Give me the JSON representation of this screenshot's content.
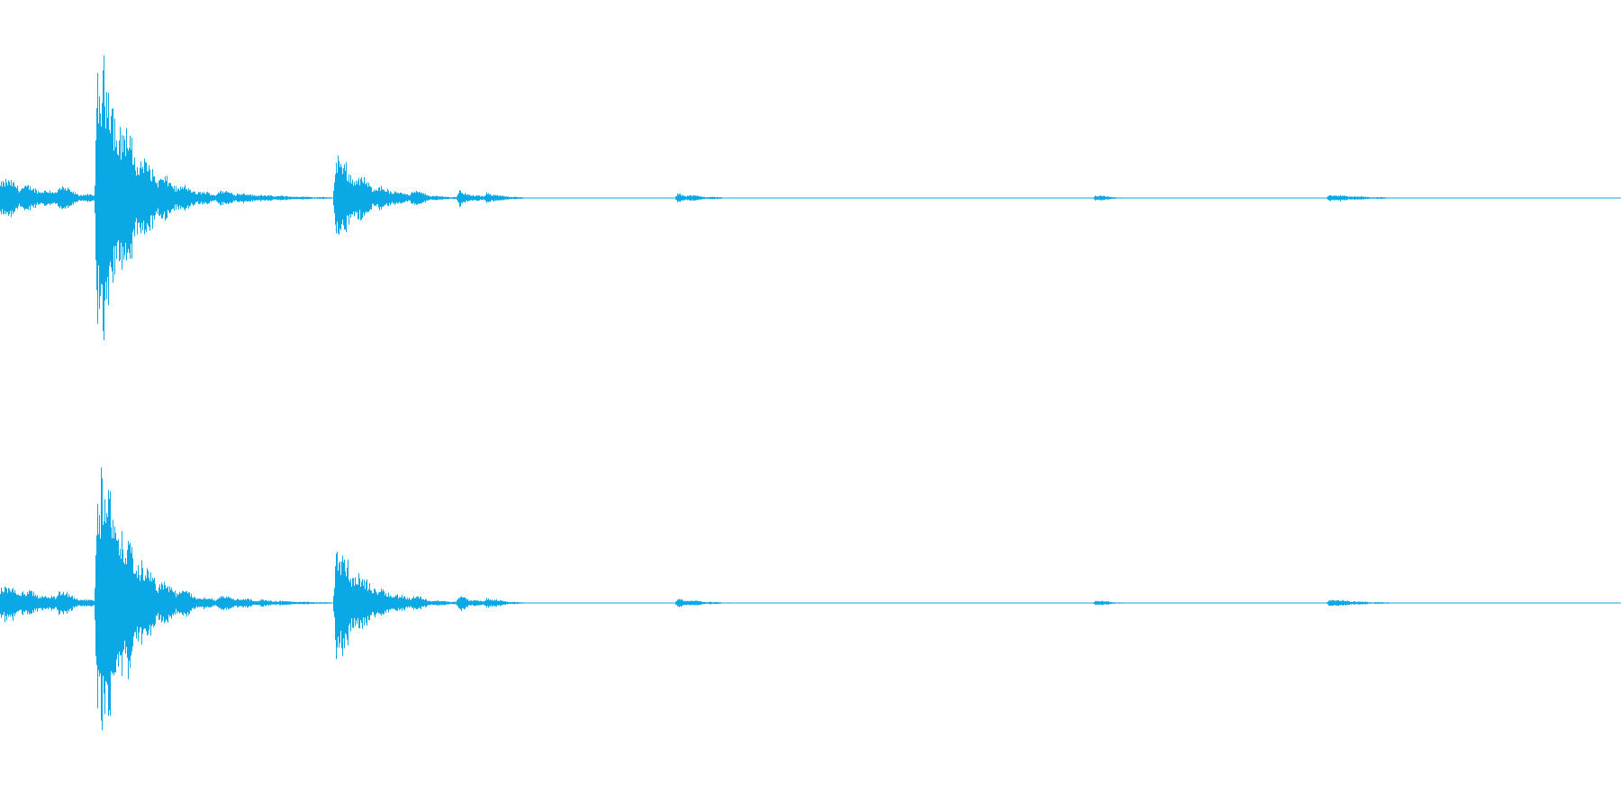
{
  "waveform": {
    "color": "#0aa8e4",
    "duration_fraction_end": 0.87,
    "channels": [
      {
        "name": "",
        "events": [
          {
            "t": 0.0,
            "amp": 0.13,
            "decay": 0.03
          },
          {
            "t": 0.036,
            "amp": 0.1,
            "decay": 0.01
          },
          {
            "t": 0.06,
            "amp": 1.0,
            "decay": 0.02
          },
          {
            "t": 0.095,
            "amp": 0.1,
            "decay": 0.01
          },
          {
            "t": 0.113,
            "amp": 0.08,
            "decay": 0.008
          },
          {
            "t": 0.134,
            "amp": 0.05,
            "decay": 0.03
          },
          {
            "t": 0.207,
            "amp": 0.28,
            "decay": 0.02
          },
          {
            "t": 0.254,
            "amp": 0.06,
            "decay": 0.01
          },
          {
            "t": 0.283,
            "amp": 0.05,
            "decay": 0.01
          },
          {
            "t": 0.3,
            "amp": 0.04,
            "decay": 0.01
          },
          {
            "t": 0.418,
            "amp": 0.03,
            "decay": 0.015
          },
          {
            "t": 0.676,
            "amp": 0.025,
            "decay": 0.008
          },
          {
            "t": 0.82,
            "amp": 0.025,
            "decay": 0.02
          }
        ]
      },
      {
        "name": "",
        "events": [
          {
            "t": 0.0,
            "amp": 0.13,
            "decay": 0.03
          },
          {
            "t": 0.036,
            "amp": 0.1,
            "decay": 0.01
          },
          {
            "t": 0.06,
            "amp": 1.0,
            "decay": 0.02
          },
          {
            "t": 0.095,
            "amp": 0.1,
            "decay": 0.01
          },
          {
            "t": 0.113,
            "amp": 0.1,
            "decay": 0.008
          },
          {
            "t": 0.134,
            "amp": 0.05,
            "decay": 0.03
          },
          {
            "t": 0.207,
            "amp": 0.36,
            "decay": 0.02
          },
          {
            "t": 0.254,
            "amp": 0.06,
            "decay": 0.01
          },
          {
            "t": 0.283,
            "amp": 0.05,
            "decay": 0.01
          },
          {
            "t": 0.3,
            "amp": 0.04,
            "decay": 0.01
          },
          {
            "t": 0.418,
            "amp": 0.03,
            "decay": 0.015
          },
          {
            "t": 0.676,
            "amp": 0.025,
            "decay": 0.008
          },
          {
            "t": 0.82,
            "amp": 0.025,
            "decay": 0.02
          }
        ]
      }
    ]
  }
}
